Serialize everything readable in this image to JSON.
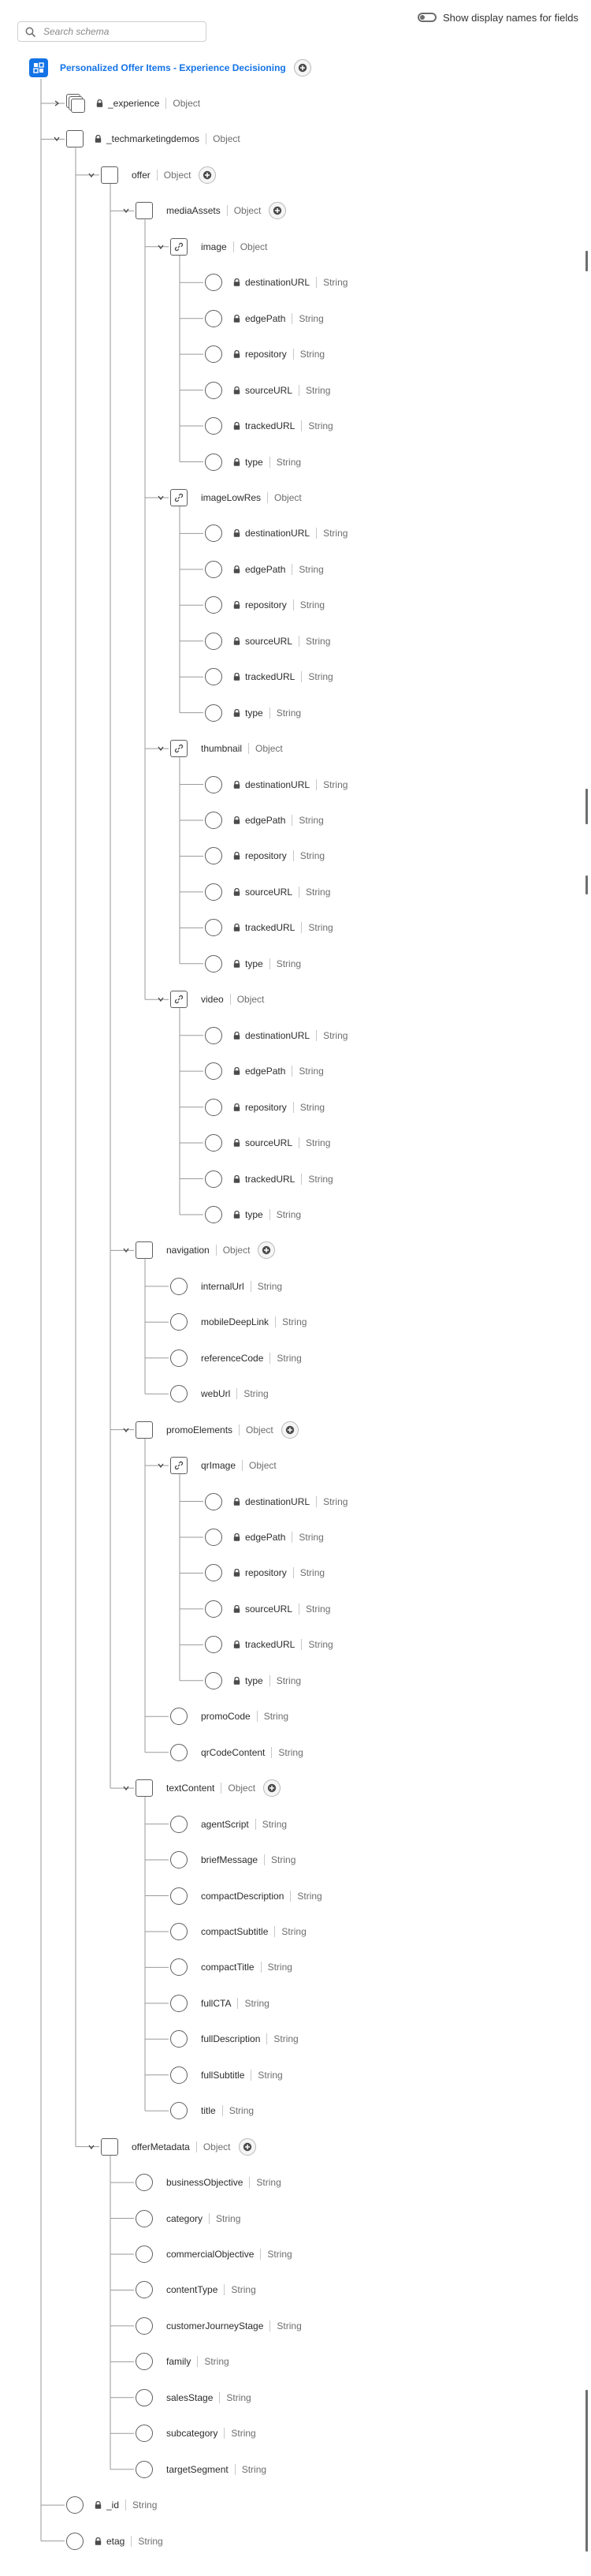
{
  "search": {
    "placeholder": "Search schema"
  },
  "toggle": {
    "label": "Show display names for fields"
  },
  "root": {
    "title": "Personalized Offer Items - Experience Decisioning"
  },
  "type_labels": {
    "object": "Object",
    "string": "String"
  },
  "colors": {
    "accent": "#1473e6",
    "line": "#9a9a9a",
    "border": "#5e5e5e"
  },
  "rows": [
    {
      "d": 0,
      "name": "_experience",
      "type": "Object",
      "node": "stack",
      "chev": "right",
      "lock": true
    },
    {
      "d": 0,
      "name": "_techmarketingdemos",
      "type": "Object",
      "node": "square",
      "chev": "down",
      "lock": true
    },
    {
      "d": 1,
      "name": "offer",
      "type": "Object",
      "node": "square",
      "chev": "down",
      "add": true
    },
    {
      "d": 2,
      "name": "mediaAssets",
      "type": "Object",
      "node": "square",
      "chev": "down",
      "add": true
    },
    {
      "d": 3,
      "name": "image",
      "type": "Object",
      "node": "link",
      "chev": "down"
    },
    {
      "d": 4,
      "name": "destinationURL",
      "type": "String",
      "node": "circle",
      "lock": true
    },
    {
      "d": 4,
      "name": "edgePath",
      "type": "String",
      "node": "circle",
      "lock": true
    },
    {
      "d": 4,
      "name": "repository",
      "type": "String",
      "node": "circle",
      "lock": true
    },
    {
      "d": 4,
      "name": "sourceURL",
      "type": "String",
      "node": "circle",
      "lock": true
    },
    {
      "d": 4,
      "name": "trackedURL",
      "type": "String",
      "node": "circle",
      "lock": true
    },
    {
      "d": 4,
      "name": "type",
      "type": "String",
      "node": "circle",
      "lock": true
    },
    {
      "d": 3,
      "name": "imageLowRes",
      "type": "Object",
      "node": "link",
      "chev": "down"
    },
    {
      "d": 4,
      "name": "destinationURL",
      "type": "String",
      "node": "circle",
      "lock": true
    },
    {
      "d": 4,
      "name": "edgePath",
      "type": "String",
      "node": "circle",
      "lock": true
    },
    {
      "d": 4,
      "name": "repository",
      "type": "String",
      "node": "circle",
      "lock": true
    },
    {
      "d": 4,
      "name": "sourceURL",
      "type": "String",
      "node": "circle",
      "lock": true
    },
    {
      "d": 4,
      "name": "trackedURL",
      "type": "String",
      "node": "circle",
      "lock": true
    },
    {
      "d": 4,
      "name": "type",
      "type": "String",
      "node": "circle",
      "lock": true
    },
    {
      "d": 3,
      "name": "thumbnail",
      "type": "Object",
      "node": "link",
      "chev": "down"
    },
    {
      "d": 4,
      "name": "destinationURL",
      "type": "String",
      "node": "circle",
      "lock": true
    },
    {
      "d": 4,
      "name": "edgePath",
      "type": "String",
      "node": "circle",
      "lock": true
    },
    {
      "d": 4,
      "name": "repository",
      "type": "String",
      "node": "circle",
      "lock": true
    },
    {
      "d": 4,
      "name": "sourceURL",
      "type": "String",
      "node": "circle",
      "lock": true
    },
    {
      "d": 4,
      "name": "trackedURL",
      "type": "String",
      "node": "circle",
      "lock": true
    },
    {
      "d": 4,
      "name": "type",
      "type": "String",
      "node": "circle",
      "lock": true
    },
    {
      "d": 3,
      "name": "video",
      "type": "Object",
      "node": "link",
      "chev": "down"
    },
    {
      "d": 4,
      "name": "destinationURL",
      "type": "String",
      "node": "circle",
      "lock": true
    },
    {
      "d": 4,
      "name": "edgePath",
      "type": "String",
      "node": "circle",
      "lock": true
    },
    {
      "d": 4,
      "name": "repository",
      "type": "String",
      "node": "circle",
      "lock": true
    },
    {
      "d": 4,
      "name": "sourceURL",
      "type": "String",
      "node": "circle",
      "lock": true
    },
    {
      "d": 4,
      "name": "trackedURL",
      "type": "String",
      "node": "circle",
      "lock": true
    },
    {
      "d": 4,
      "name": "type",
      "type": "String",
      "node": "circle",
      "lock": true
    },
    {
      "d": 2,
      "name": "navigation",
      "type": "Object",
      "node": "square",
      "chev": "down",
      "add": true
    },
    {
      "d": 3,
      "name": "internalUrl",
      "type": "String",
      "node": "circle"
    },
    {
      "d": 3,
      "name": "mobileDeepLink",
      "type": "String",
      "node": "circle"
    },
    {
      "d": 3,
      "name": "referenceCode",
      "type": "String",
      "node": "circle"
    },
    {
      "d": 3,
      "name": "webUrl",
      "type": "String",
      "node": "circle"
    },
    {
      "d": 2,
      "name": "promoElements",
      "type": "Object",
      "node": "square",
      "chev": "down",
      "add": true
    },
    {
      "d": 3,
      "name": "qrImage",
      "type": "Object",
      "node": "link",
      "chev": "down"
    },
    {
      "d": 4,
      "name": "destinationURL",
      "type": "String",
      "node": "circle",
      "lock": true
    },
    {
      "d": 4,
      "name": "edgePath",
      "type": "String",
      "node": "circle",
      "lock": true
    },
    {
      "d": 4,
      "name": "repository",
      "type": "String",
      "node": "circle",
      "lock": true
    },
    {
      "d": 4,
      "name": "sourceURL",
      "type": "String",
      "node": "circle",
      "lock": true
    },
    {
      "d": 4,
      "name": "trackedURL",
      "type": "String",
      "node": "circle",
      "lock": true
    },
    {
      "d": 4,
      "name": "type",
      "type": "String",
      "node": "circle",
      "lock": true
    },
    {
      "d": 3,
      "name": "promoCode",
      "type": "String",
      "node": "circle"
    },
    {
      "d": 3,
      "name": "qrCodeContent",
      "type": "String",
      "node": "circle"
    },
    {
      "d": 2,
      "name": "textContent",
      "type": "Object",
      "node": "square",
      "chev": "down",
      "add": true
    },
    {
      "d": 3,
      "name": "agentScript",
      "type": "String",
      "node": "circle"
    },
    {
      "d": 3,
      "name": "briefMessage",
      "type": "String",
      "node": "circle"
    },
    {
      "d": 3,
      "name": "compactDescription",
      "type": "String",
      "node": "circle"
    },
    {
      "d": 3,
      "name": "compactSubtitle",
      "type": "String",
      "node": "circle"
    },
    {
      "d": 3,
      "name": "compactTitle",
      "type": "String",
      "node": "circle"
    },
    {
      "d": 3,
      "name": "fullCTA",
      "type": "String",
      "node": "circle"
    },
    {
      "d": 3,
      "name": "fullDescription",
      "type": "String",
      "node": "circle"
    },
    {
      "d": 3,
      "name": "fullSubtitle",
      "type": "String",
      "node": "circle"
    },
    {
      "d": 3,
      "name": "title",
      "type": "String",
      "node": "circle"
    },
    {
      "d": 1,
      "name": "offerMetadata",
      "type": "Object",
      "node": "square",
      "chev": "down",
      "add": true
    },
    {
      "d": 2,
      "name": "businessObjective",
      "type": "String",
      "node": "circle"
    },
    {
      "d": 2,
      "name": "category",
      "type": "String",
      "node": "circle"
    },
    {
      "d": 2,
      "name": "commercialObjective",
      "type": "String",
      "node": "circle"
    },
    {
      "d": 2,
      "name": "contentType",
      "type": "String",
      "node": "circle"
    },
    {
      "d": 2,
      "name": "customerJourneyStage",
      "type": "String",
      "node": "circle"
    },
    {
      "d": 2,
      "name": "family",
      "type": "String",
      "node": "circle"
    },
    {
      "d": 2,
      "name": "salesStage",
      "type": "String",
      "node": "circle"
    },
    {
      "d": 2,
      "name": "subcategory",
      "type": "String",
      "node": "circle"
    },
    {
      "d": 2,
      "name": "targetSegment",
      "type": "String",
      "node": "circle"
    },
    {
      "d": 0,
      "name": "_id",
      "type": "String",
      "node": "circle",
      "lock": true
    },
    {
      "d": 0,
      "name": "etag",
      "type": "String",
      "node": "circle",
      "lock": true
    }
  ]
}
